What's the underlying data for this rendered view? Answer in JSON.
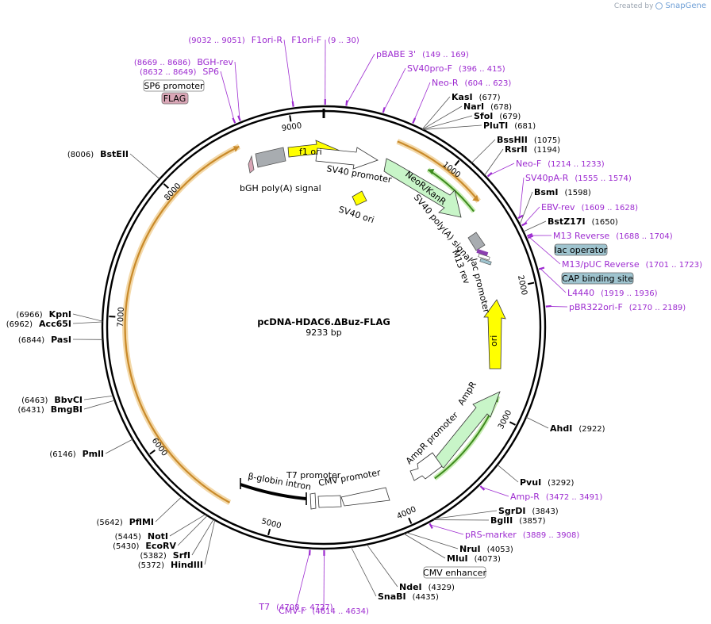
{
  "brand": {
    "created_by": "Created by",
    "name": "SnapGene"
  },
  "plasmid": {
    "name": "pcDNA-HDAC6.ΔBuz-FLAG",
    "length": "9233 bp"
  },
  "ticks": [
    "1000",
    "2000",
    "3000",
    "4000",
    "5000",
    "6000",
    "7000",
    "8000",
    "9000"
  ],
  "restriction_sites": [
    {
      "name": "KasI",
      "pos": "(677)"
    },
    {
      "name": "NarI",
      "pos": "(678)"
    },
    {
      "name": "SfoI",
      "pos": "(679)"
    },
    {
      "name": "PluTI",
      "pos": "(681)"
    },
    {
      "name": "BssHII",
      "pos": "(1075)"
    },
    {
      "name": "RsrII",
      "pos": "(1194)"
    },
    {
      "name": "BsmI",
      "pos": "(1598)"
    },
    {
      "name": "BstZ17I",
      "pos": "(1650)"
    },
    {
      "name": "AhdI",
      "pos": "(2922)"
    },
    {
      "name": "PvuI",
      "pos": "(3292)"
    },
    {
      "name": "SgrDI",
      "pos": "(3843)"
    },
    {
      "name": "BglII",
      "pos": "(3857)"
    },
    {
      "name": "NruI",
      "pos": "(4053)"
    },
    {
      "name": "MluI",
      "pos": "(4073)"
    },
    {
      "name": "NdeI",
      "pos": "(4329)"
    },
    {
      "name": "SnaBI",
      "pos": "(4435)"
    },
    {
      "name": "HindIII",
      "pos": "(5372)"
    },
    {
      "name": "SrfI",
      "pos": "(5382)"
    },
    {
      "name": "EcoRV",
      "pos": "(5430)"
    },
    {
      "name": "NotI",
      "pos": "(5445)"
    },
    {
      "name": "PflMI",
      "pos": "(5642)"
    },
    {
      "name": "PmlI",
      "pos": "(6146)"
    },
    {
      "name": "BmgBI",
      "pos": "(6431)"
    },
    {
      "name": "BbvCI",
      "pos": "(6463)"
    },
    {
      "name": "PasI",
      "pos": "(6844)"
    },
    {
      "name": "Acc65I",
      "pos": "(6962)"
    },
    {
      "name": "KpnI",
      "pos": "(6966)"
    },
    {
      "name": "BstEII",
      "pos": "(8006)"
    }
  ],
  "primers": [
    {
      "name": "F1ori-R",
      "pos": "(9032 .. 9051)"
    },
    {
      "name": "F1ori-F",
      "pos": "(9 .. 30)"
    },
    {
      "name": "pBABE 3'",
      "pos": "(149 .. 169)"
    },
    {
      "name": "SV40pro-F",
      "pos": "(396 .. 415)"
    },
    {
      "name": "Neo-R",
      "pos": "(604 .. 623)"
    },
    {
      "name": "Neo-F",
      "pos": "(1214 .. 1233)"
    },
    {
      "name": "SV40pA-R",
      "pos": "(1555 .. 1574)"
    },
    {
      "name": "EBV-rev",
      "pos": "(1609 .. 1628)"
    },
    {
      "name": "M13 Reverse",
      "pos": "(1688 .. 1704)"
    },
    {
      "name": "M13/pUC Reverse",
      "pos": "(1701 .. 1723)"
    },
    {
      "name": "L4440",
      "pos": "(1919 .. 1936)"
    },
    {
      "name": "pBR322ori-F",
      "pos": "(2170 .. 2189)"
    },
    {
      "name": "Amp-R",
      "pos": "(3472 .. 3491)"
    },
    {
      "name": "pRS-marker",
      "pos": "(3889 .. 3908)"
    },
    {
      "name": "CMV-F",
      "pos": "(4614 .. 4634)"
    },
    {
      "name": "T7",
      "pos": "(4708 .. 4727)"
    },
    {
      "name": "SP6",
      "pos": "(8632 .. 8649)"
    },
    {
      "name": "BGH-rev",
      "pos": "(8669 .. 8686)"
    }
  ],
  "boxed_labels": {
    "lac_operator": "lac operator",
    "cap_site": "CAP binding site",
    "cmv_enhancer": "CMV enhancer",
    "sp6_promoter": "SP6 promoter",
    "flag": "FLAG"
  },
  "features": {
    "f1_ori": "f1 ori",
    "sv40_promoter": "SV40 promoter",
    "neor": "NeoR/KanR",
    "sv40_ori": "SV40 ori",
    "sv40_polya": "SV40 poly(A) signal",
    "m13_rev": "M13 rev",
    "lac_promoter": "lac promoter",
    "ori": "ori",
    "ampr": "AmpR",
    "ampr_promoter": "AmpR promoter",
    "cmv_promoter": "CMV promoter",
    "t7_promoter": "T7 promoter",
    "beta_globin_intron": "β-globin intron",
    "bgh_polya": "bGH poly(A) signal"
  },
  "colors": {
    "primer": "#9d2bd0",
    "orf": "#f0b860",
    "ori": "#ffff00",
    "neor": "#c8f5c8",
    "feature_gray": "#a8acb0",
    "lac_box": "#9fc4cf",
    "flag_box": "#d9a6b6"
  }
}
